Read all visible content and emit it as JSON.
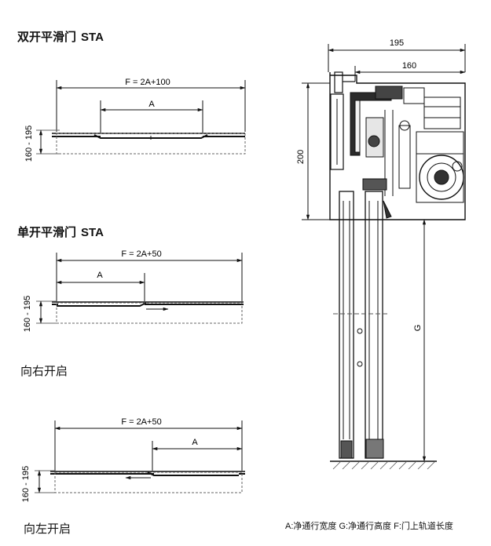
{
  "double_door": {
    "title": "双开平滑门",
    "model": "STA",
    "dim_f": "F = 2A+100",
    "dim_a": "A",
    "dim_depth": "160 - 195"
  },
  "single_door": {
    "title": "单开平滑门",
    "model": "STA",
    "dim_f": "F = 2A+50",
    "dim_a": "A",
    "dim_depth": "160 - 195",
    "direction": "向右开启"
  },
  "single_door_left": {
    "dim_f": "F = 2A+50",
    "dim_a": "A",
    "dim_depth": "160 - 195",
    "direction": "向左开启"
  },
  "section": {
    "dim_195": "195",
    "dim_160": "160",
    "dim_200": "200",
    "dim_g": "G"
  },
  "legend": "A:净通行宽度  G:净通行高度  F:门上轨道长度"
}
